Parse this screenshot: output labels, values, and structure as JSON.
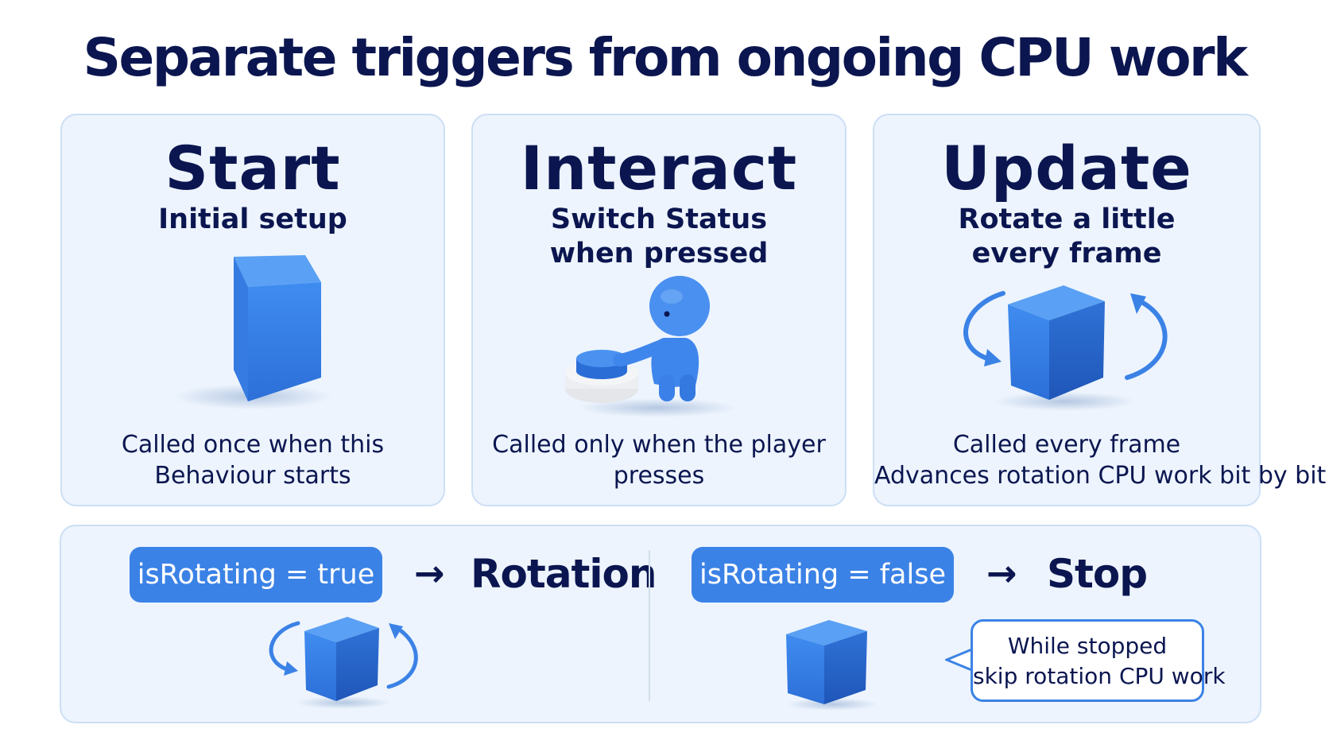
{
  "title": "Separate triggers from ongoing CPU work",
  "colors": {
    "accent": "#3b82e6",
    "text": "#0b1650",
    "panel": "#edf4fd",
    "panel_border": "#cddff5"
  },
  "cards": [
    {
      "heading": "Start",
      "subtitle_lines": [
        "Initial setup"
      ],
      "description_lines": [
        "Called once when this",
        "Behaviour starts"
      ],
      "icon": "cube-icon"
    },
    {
      "heading": "Interact",
      "subtitle_lines": [
        "Switch Status",
        "when pressed"
      ],
      "description_lines": [
        "Called only when the player",
        "presses"
      ],
      "icon": "person-pressing-button-icon"
    },
    {
      "heading": "Update",
      "subtitle_lines": [
        "Rotate a little",
        "every frame"
      ],
      "description_lines": [
        "Called every frame",
        "Advances rotation CPU work bit by bit"
      ],
      "icon": "rotating-cube-icon"
    }
  ],
  "states": [
    {
      "condition": "isRotating = true",
      "arrow": "→",
      "result": "Rotation",
      "icon": "rotating-cube-icon"
    },
    {
      "condition": "isRotating = false",
      "arrow": "→",
      "result": "Stop",
      "icon": "cube-icon",
      "note_lines": [
        "While stopped",
        "skip rotation CPU work"
      ]
    }
  ]
}
